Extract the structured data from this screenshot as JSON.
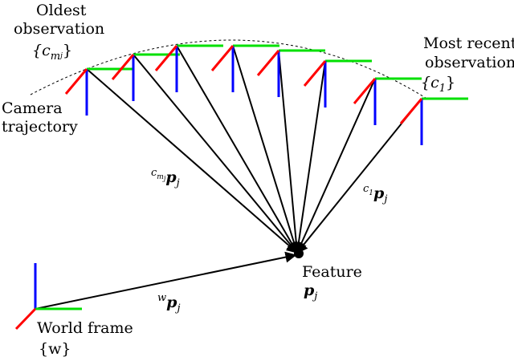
{
  "colors": {
    "axis_x": "#00e000",
    "axis_y": "#0000ff",
    "axis_z": "#ff0000",
    "ray": "#000000"
  },
  "labels": {
    "oldest_line1": "Oldest",
    "oldest_line2": "observation",
    "oldest_set": "{c",
    "oldest_set_sub": "m",
    "oldest_set_subsub": "j",
    "oldest_set_close": "}",
    "recent_line1": "Most recent",
    "recent_line2": "observation",
    "recent_set": "{c",
    "recent_set_sub": "1",
    "recent_set_close": "}",
    "camera_line1": "Camera",
    "camera_line2": "trajectory",
    "ray_left_sup": "c",
    "ray_left_sup_sub": "m",
    "ray_left_sup_subsub": "j",
    "ray_left_vec": "p",
    "ray_left_vec_sub": "j",
    "ray_right_sup": "c",
    "ray_right_sup_sub": "1",
    "ray_right_vec": "p",
    "ray_right_vec_sub": "j",
    "world_ray_sup": "w",
    "world_ray_vec": "p",
    "world_ray_vec_sub": "j",
    "feature_line1": "Feature",
    "feature_vec": "p",
    "feature_vec_sub": "j",
    "world_line1": "World frame",
    "world_set": "{w}"
  }
}
